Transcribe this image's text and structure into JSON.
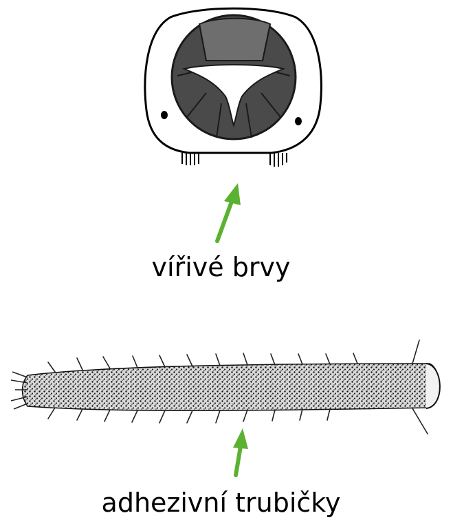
{
  "labels": {
    "cilia": "vířivé brvy",
    "tubes": "adhezivní trubičky"
  },
  "colors": {
    "arrow": "#5bb132",
    "ink": "#000000",
    "body_dark": "#4a4a4a",
    "body_mid": "#6e6e6e"
  },
  "icons": {
    "cross_section": "animal-cross-section-illustration",
    "worm": "worm-body-illustration",
    "arrow": "green-arrow-icon"
  }
}
